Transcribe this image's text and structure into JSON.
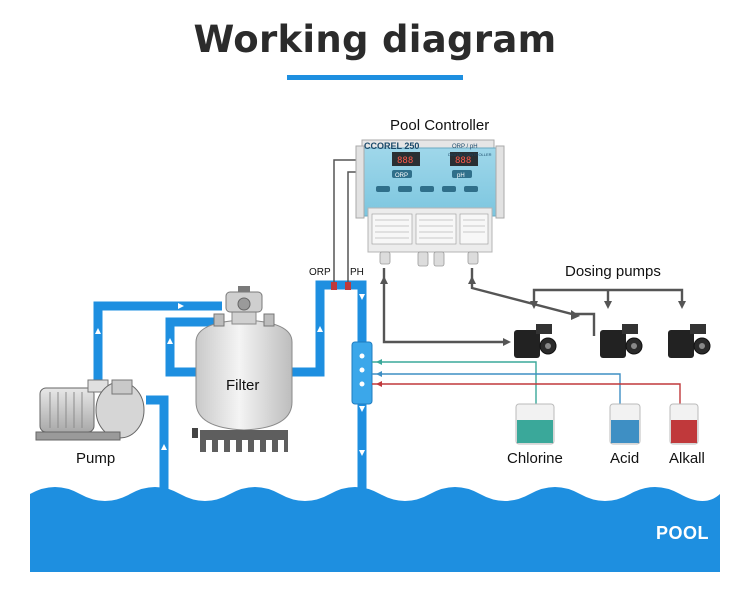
{
  "title": "Working diagram",
  "labels": {
    "controller": "Pool Controller",
    "dosing": "Dosing pumps",
    "filter": "Filter",
    "pump": "Pump",
    "orp": "ORP",
    "ph": "PH",
    "pool": "POOL",
    "chlorine": "Chlorine",
    "acid": "Acid",
    "alkall": "Alkall"
  },
  "panel": {
    "brand": "CCOREL 250",
    "model": "ORP / pH",
    "subtitle": "DIGITAL CONTROLLER",
    "displays": [
      "888",
      "888"
    ],
    "keys": [
      "ORP",
      "pH"
    ]
  },
  "colors": {
    "pipe": "#1e8fe0",
    "pool": "#1e8fe0",
    "accent": "#1e8fe0",
    "chlorine_liquid": "#3aa89a",
    "acid_liquid": "#3e8fc4",
    "alkall_liquid": "#c0393b",
    "signal_line": "#555555",
    "dosing_line_1": "#3aa89a",
    "dosing_line_2": "#3e8fc4",
    "dosing_line_3": "#c0393b"
  }
}
